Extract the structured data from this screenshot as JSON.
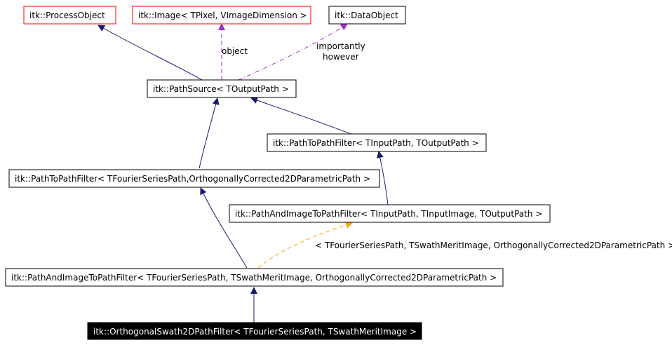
{
  "nodes": {
    "process_object": "itk::ProcessObject",
    "image": "itk::Image< TPixel, VImageDimension >",
    "data_object": "itk::DataObject",
    "path_source": "itk::PathSource< TOutputPath >",
    "path_to_path_filter": "itk::PathToPathFilter< TInputPath, TOutputPath >",
    "path_to_path_filter_fourier": "itk::PathToPathFilter< TFourierSeriesPath,OrthogonallyCorrected2DParametricPath >",
    "path_and_image_to_path_filter": "itk::PathAndImageToPathFilter< TInputPath, TInputImage, TOutputPath >",
    "path_and_image_to_path_filter_fourier": "itk::PathAndImageToPathFilter< TFourierSeriesPath, TSwathMeritImage, OrthogonallyCorrected2DParametricPath >",
    "orthogonal_swath_filter": "itk::OrthogonalSwath2DPathFilter< TFourierSeriesPath, TSwathMeritImage >"
  },
  "edge_labels": {
    "object": "object",
    "importantly": "importantly",
    "however": "however",
    "template_args": "< TFourierSeriesPath, TSwathMeritImage, OrthogonallyCorrected2DParametricPath >"
  },
  "colors": {
    "inheritance_edge": "#191970",
    "usage_edge": "#9a32cd",
    "template_edge": "#ffa500",
    "highlight_node_fill": "#000000",
    "undocumented_node_border": "#ff0000"
  }
}
